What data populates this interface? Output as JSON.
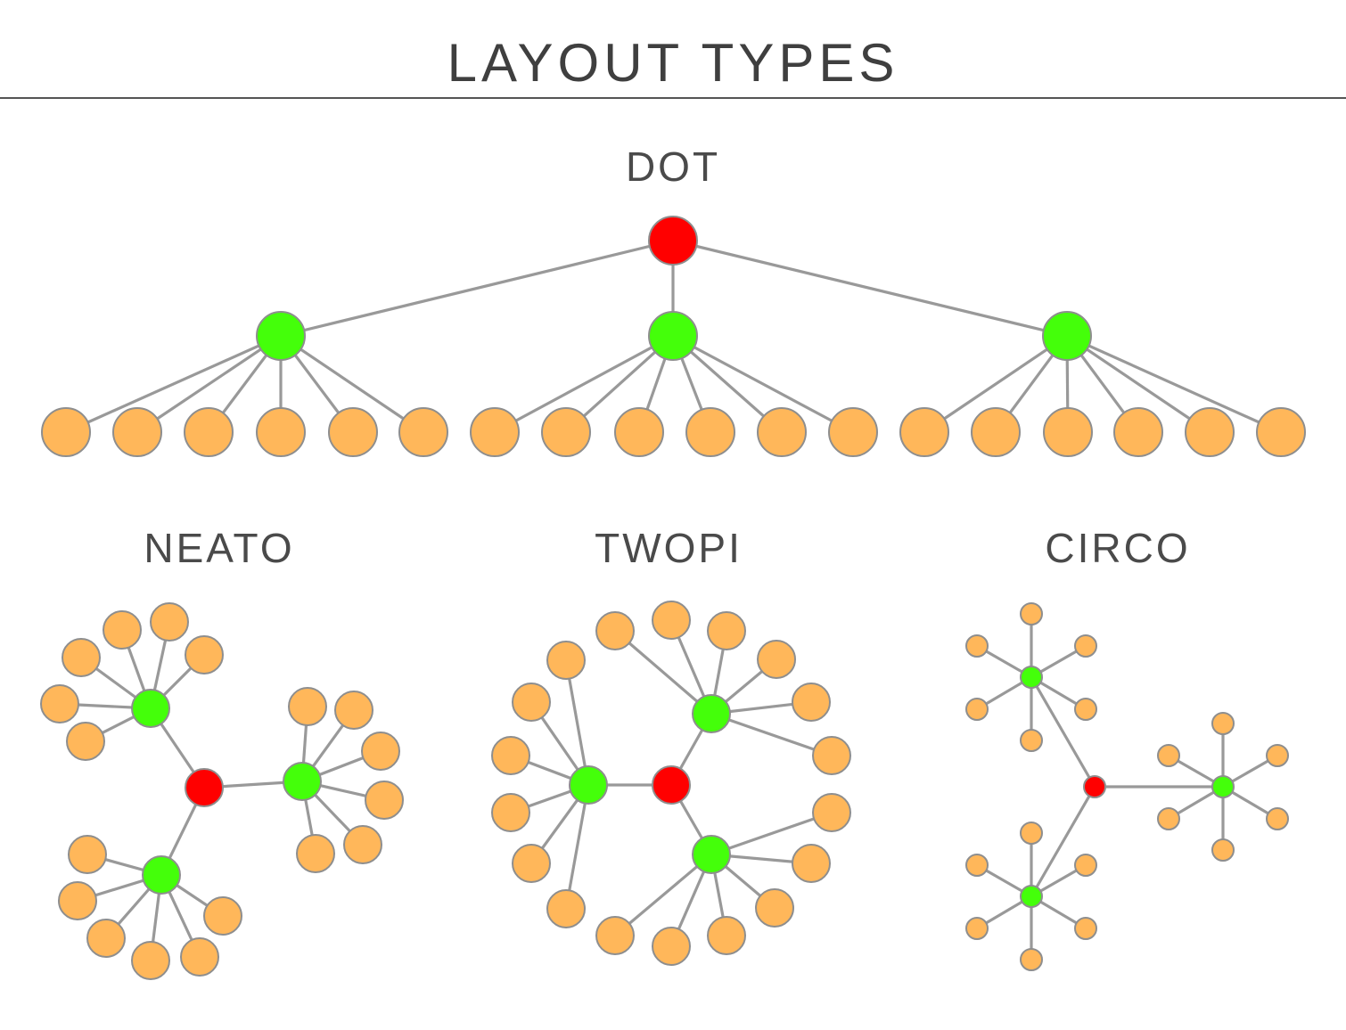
{
  "title": "LAYOUT TYPES",
  "colors": {
    "root": "#FF0000",
    "hub": "#44FF0A",
    "leaf": "#FFB75A",
    "edge": "#999999",
    "stroke": "#8E8E8E"
  },
  "sections": {
    "dot": {
      "label": "DOT"
    },
    "neato": {
      "label": "NEATO"
    },
    "twopi": {
      "label": "TWOPI"
    },
    "circo": {
      "label": "CIRCO"
    }
  }
}
